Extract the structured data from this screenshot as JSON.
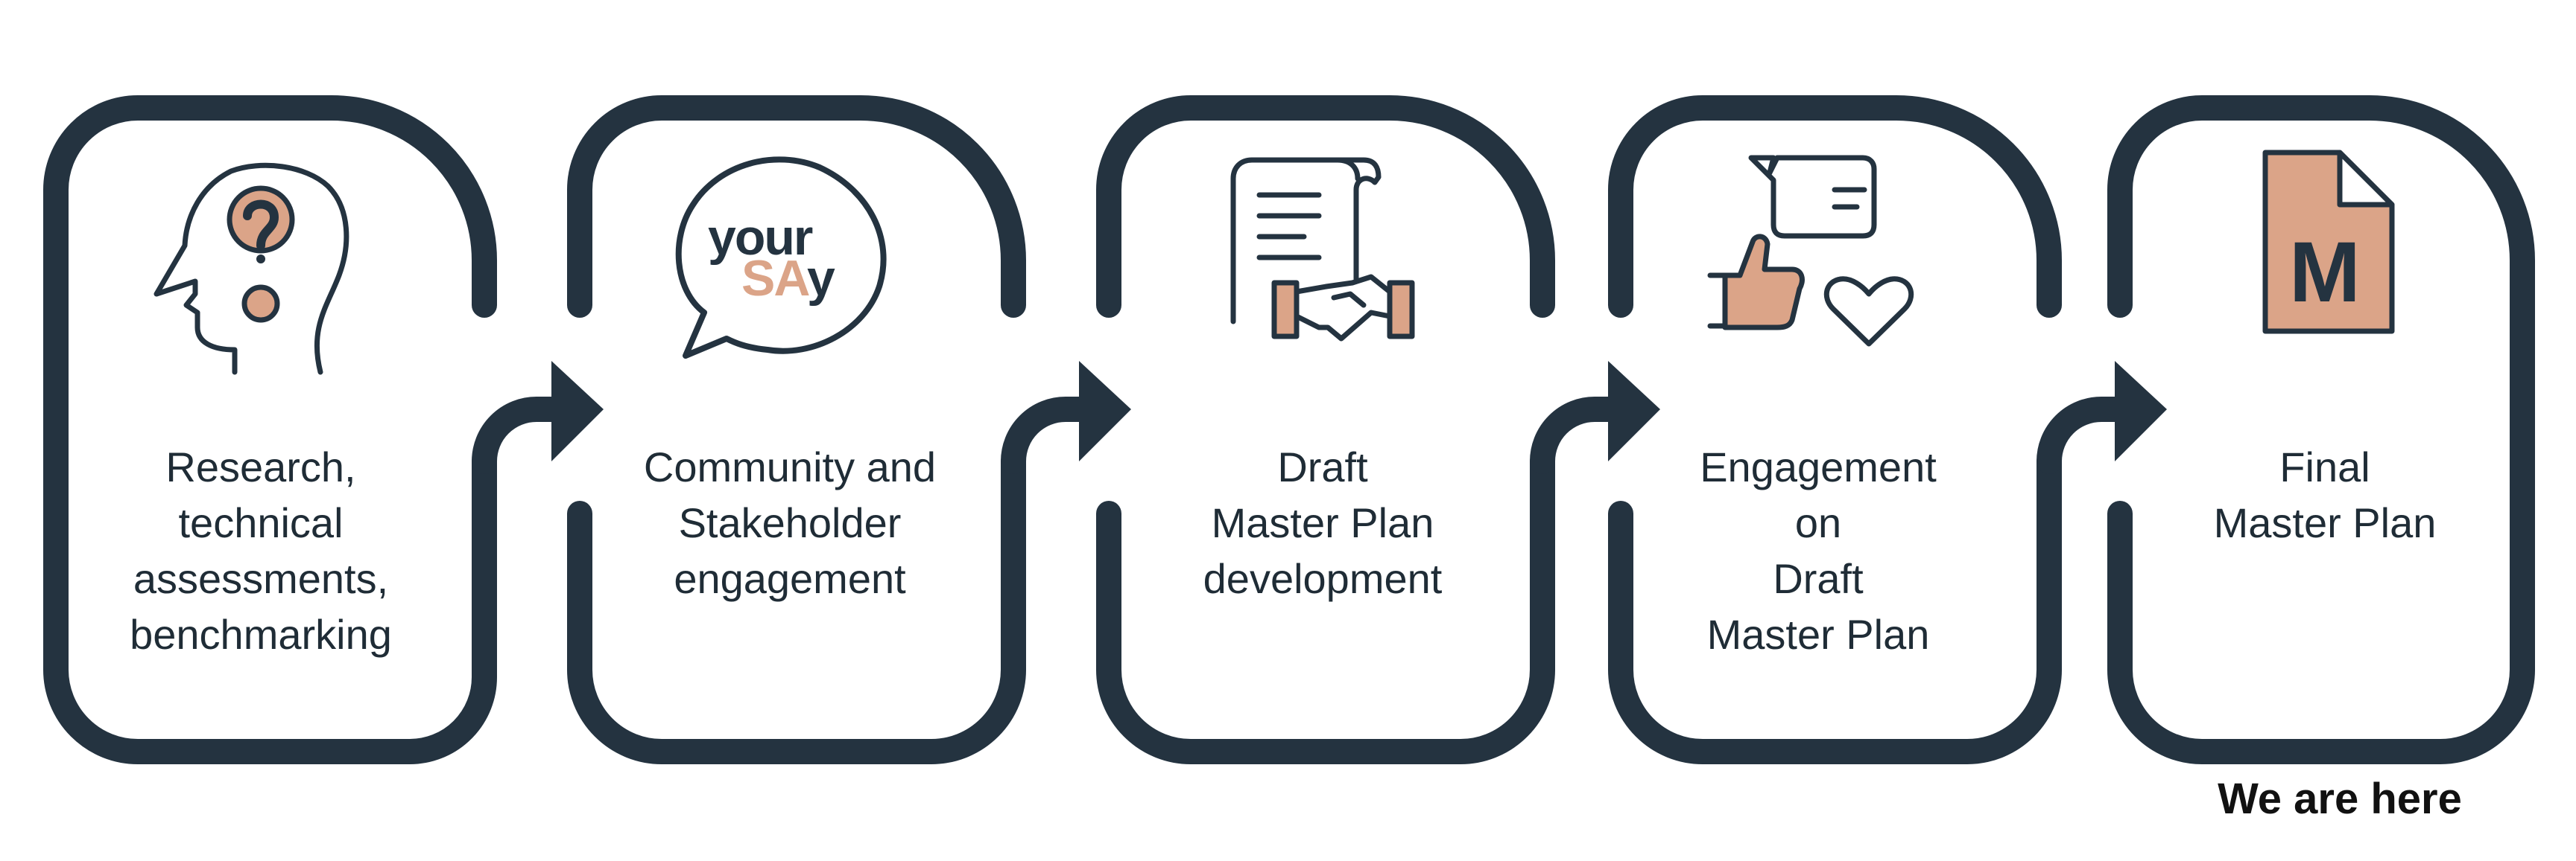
{
  "colors": {
    "dark": "#243340",
    "accent": "#DBA488",
    "background": "#FFFFFF"
  },
  "stages": [
    {
      "icon": "head-question-icon",
      "lines": [
        "Research,",
        "technical",
        "assessments,",
        "benchmarking"
      ]
    },
    {
      "icon": "yoursay-speech-bubble-icon",
      "lines": [
        "Community and",
        "Stakeholder",
        "engagement"
      ]
    },
    {
      "icon": "document-handshake-icon",
      "lines": [
        "Draft",
        "Master Plan",
        "development"
      ]
    },
    {
      "icon": "thumbs-up-chat-heart-icon",
      "lines": [
        "Engagement",
        "on",
        "Draft",
        "Master Plan"
      ]
    },
    {
      "icon": "master-plan-document-icon",
      "lines": [
        "Final",
        "Master Plan"
      ]
    }
  ],
  "logo": {
    "word1": "your",
    "word2a": "SA",
    "word2b": "y"
  },
  "doc_letter": "M",
  "status": "We are here"
}
